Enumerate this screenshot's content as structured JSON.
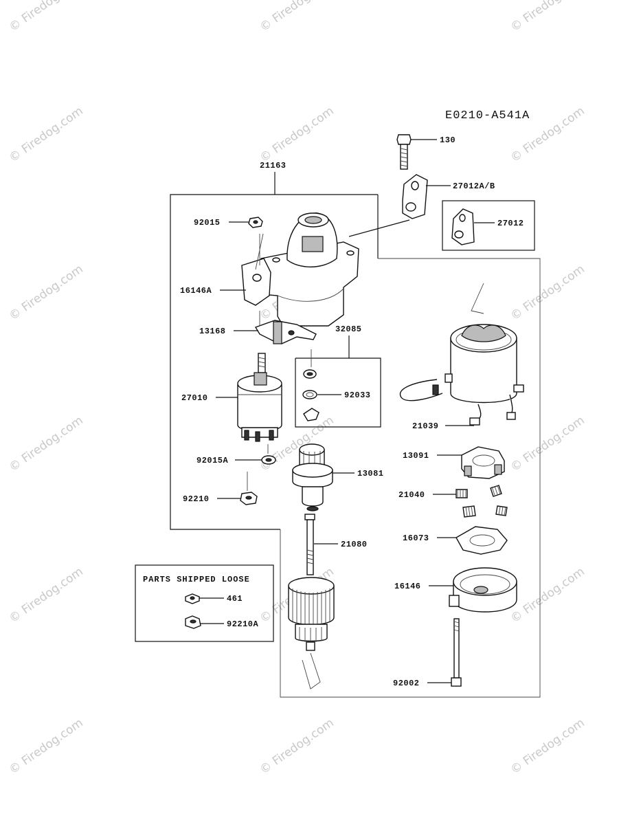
{
  "diagram_code": "E0210-A541A",
  "parts_loose_title": "PARTS SHIPPED LOOSE",
  "watermark_text": "© Firedog.com",
  "labels": {
    "p130": "130",
    "p27012ab": "27012A/B",
    "p27012": "27012",
    "p21163": "21163",
    "p92015": "92015",
    "p16146a": "16146A",
    "p13168": "13168",
    "p32085": "32085",
    "p92033": "92033",
    "p27010": "27010",
    "p21039": "21039",
    "p13091": "13091",
    "p92015a": "92015A",
    "p13081": "13081",
    "p21040": "21040",
    "p92210": "92210",
    "p16073": "16073",
    "p21080": "21080",
    "p16146": "16146",
    "p461": "461",
    "p92210a": "92210A",
    "p92002": "92002"
  },
  "colors": {
    "line": "#111111",
    "watermark": "#c9c9c9"
  }
}
